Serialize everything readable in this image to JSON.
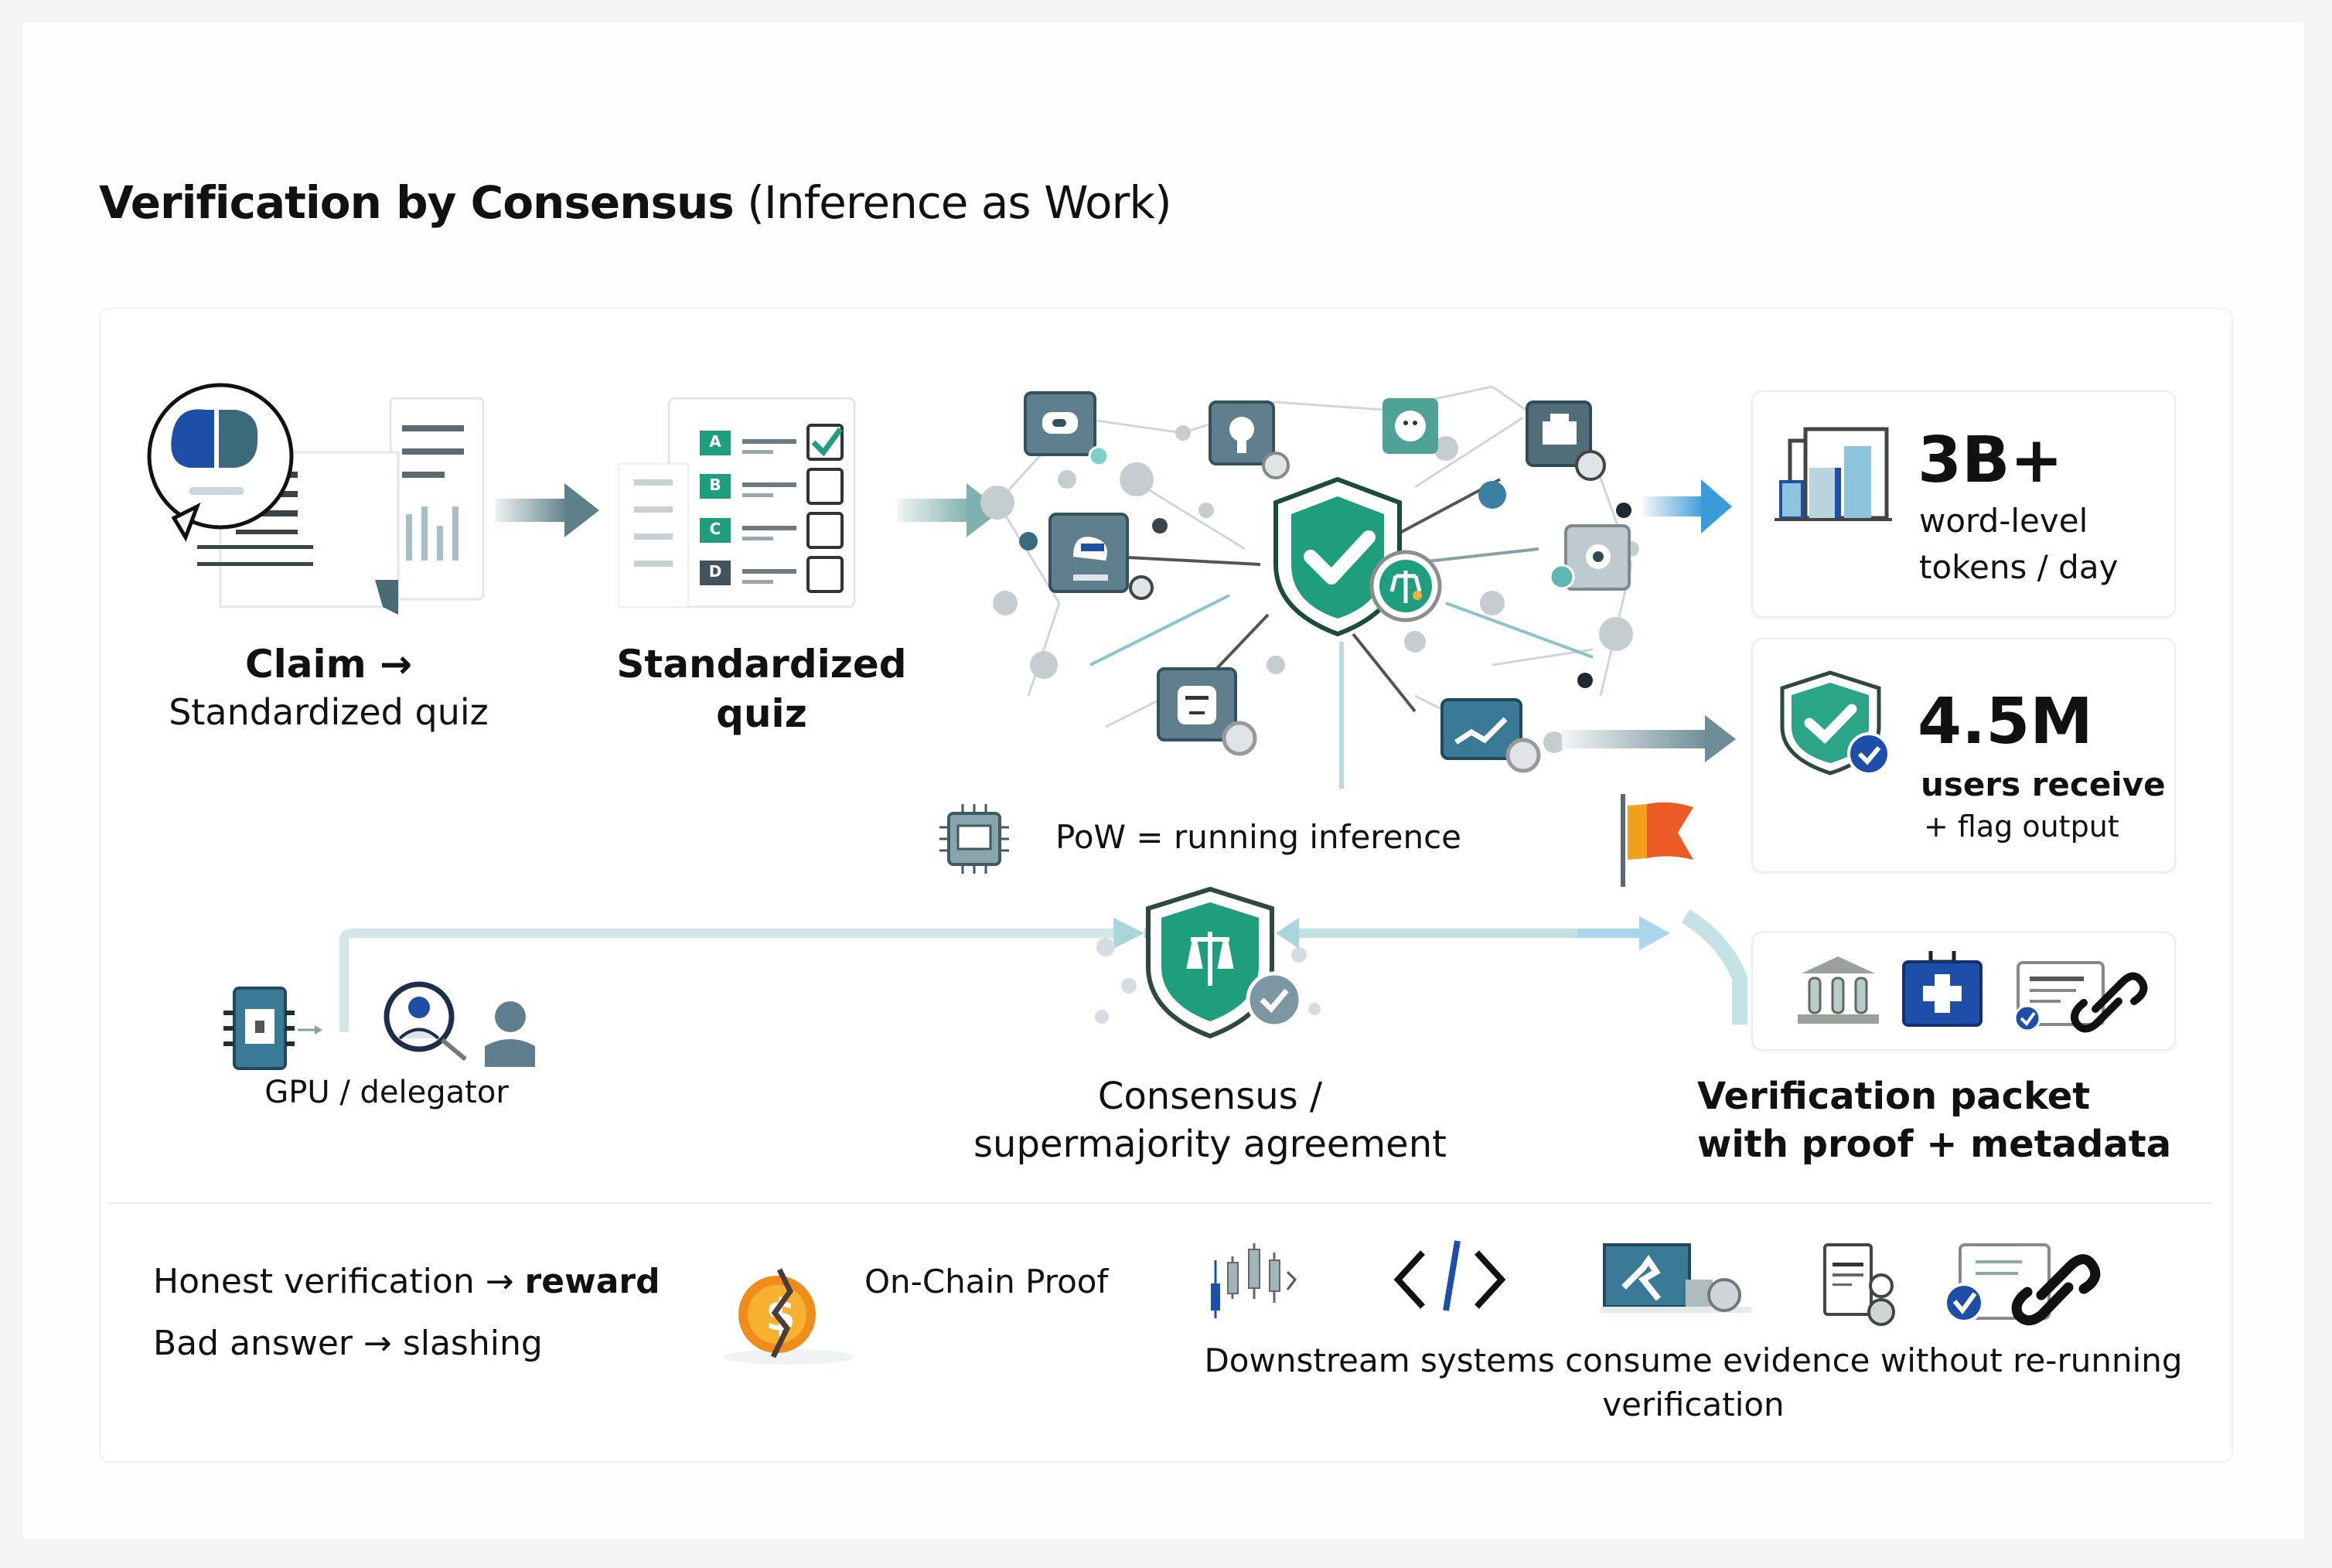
{
  "title": {
    "bold": "Verification by Consensus",
    "rest": " (Inference as Work)"
  },
  "steps": {
    "claim": {
      "line1": "Claim →",
      "line2": "Standardized quiz"
    },
    "quiz": {
      "line1": "Standardized",
      "line2": "quiz",
      "options": [
        "A",
        "B",
        "C",
        "D"
      ],
      "checked_option": "A"
    },
    "pow": {
      "label": "PoW = running inference"
    },
    "gpu": {
      "label": "GPU / delegator"
    },
    "consensus": {
      "line1": "Consensus /",
      "line2": "supermajority agreement"
    },
    "packet": {
      "line1": "Verification packet",
      "line2": "with proof + metadata"
    }
  },
  "stats": [
    {
      "value": "3B+",
      "line1": "word-level",
      "line2": "tokens / day",
      "icon": "bar-chart-icon"
    },
    {
      "value": "4.5M",
      "line1": "users receive",
      "line2": "+ flag output",
      "icon": "shield-check-icon"
    }
  ],
  "packet_icons": [
    "bank-icon",
    "medical-kit-icon",
    "certificate-link-icon"
  ],
  "incentives": {
    "line1_pre": "Honest verification → ",
    "line1_bold": "reward",
    "line2": "Bad answer → slashing",
    "onchain": "On-Chain Proof"
  },
  "downstream": {
    "icons": [
      "candlestick-chart-icon",
      "code-icon",
      "laptop-icon",
      "document-user-icon",
      "certificate-link-icon"
    ],
    "caption_line1": "Downstream systems consume evidence without re-running",
    "caption_line2": "verification"
  },
  "colors": {
    "teal": "#1f9e7e",
    "slate": "#4f7c8c",
    "blue": "#1e4fa8",
    "orange": "#f08c1a",
    "red": "#e8452a"
  }
}
